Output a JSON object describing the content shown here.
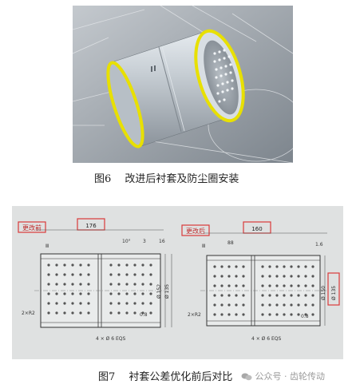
{
  "figure6": {
    "caption": "图6　 改进后衬套及防尘圈安装"
  },
  "figure7": {
    "caption": "图7　 衬套公差优化前后对比",
    "left": {
      "tag": "更改前",
      "len_tol": "176",
      "angle": "10°",
      "num3": "3",
      "num16": "16",
      "ref1": "Ⅲ",
      "chamfer": "2×R2",
      "holes": "4 × Ø 6  EQS",
      "val08": "0.8",
      "diam1": "Ø 152",
      "diam2": "Ø 135"
    },
    "right": {
      "tag": "更改后",
      "len_tol": "160",
      "dim88": "88",
      "num16": "1.6",
      "ref1": "Ⅲ",
      "chamfer": "2×R2",
      "holes": "4 × Ø 6  EQS",
      "val08": "0.8",
      "diam1": "Ø 150",
      "diam2": "Ø 135"
    }
  },
  "watermark": "公众号 · 齿轮传动"
}
